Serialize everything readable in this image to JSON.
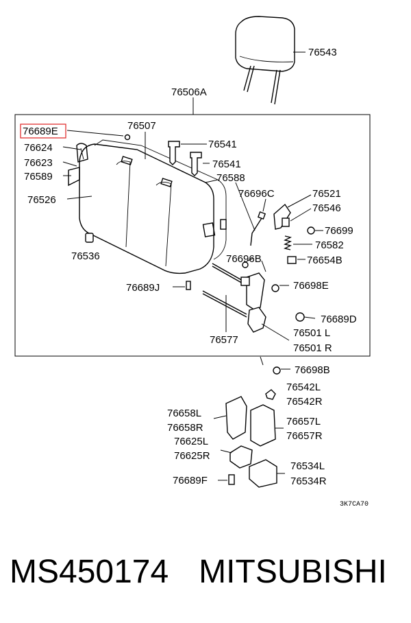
{
  "diagram": {
    "callouts": {
      "p76543": "76543",
      "p76506A": "76506A",
      "p76507": "76507",
      "p76689E": "76689E",
      "p76624": "76624",
      "p76623": "76623",
      "p76589": "76589",
      "p76526": "76526",
      "p76536": "76536",
      "p76541a": "76541",
      "p76541b": "76541",
      "p76588": "76588",
      "p76696C": "76696C",
      "p76521": "76521",
      "p76546": "76546",
      "p76699": "76699",
      "p76582": "76582",
      "p76696B": "76696B",
      "p76654B": "76654B",
      "p76689J": "76689J",
      "p76698E": "76698E",
      "p76689D": "76689D",
      "p76501L": "76501 L",
      "p76501R": "76501 R",
      "p76577": "76577",
      "p76698B": "76698B",
      "p76542L": "76542L",
      "p76542R": "76542R",
      "p76658L": "76658L",
      "p76658R": "76658R",
      "p76657L": "76657L",
      "p76657R": "76657R",
      "p76625L": "76625L",
      "p76625R": "76625R",
      "p76534L": "76534L",
      "p76534R": "76534R",
      "p76689F": "76689F"
    },
    "highlighted_callout": "76689E",
    "highlight_color": "#e03030",
    "drawing_code": "3K7CA70"
  },
  "footer": {
    "part_number": "MS450174",
    "brand": "MITSUBISHI"
  }
}
